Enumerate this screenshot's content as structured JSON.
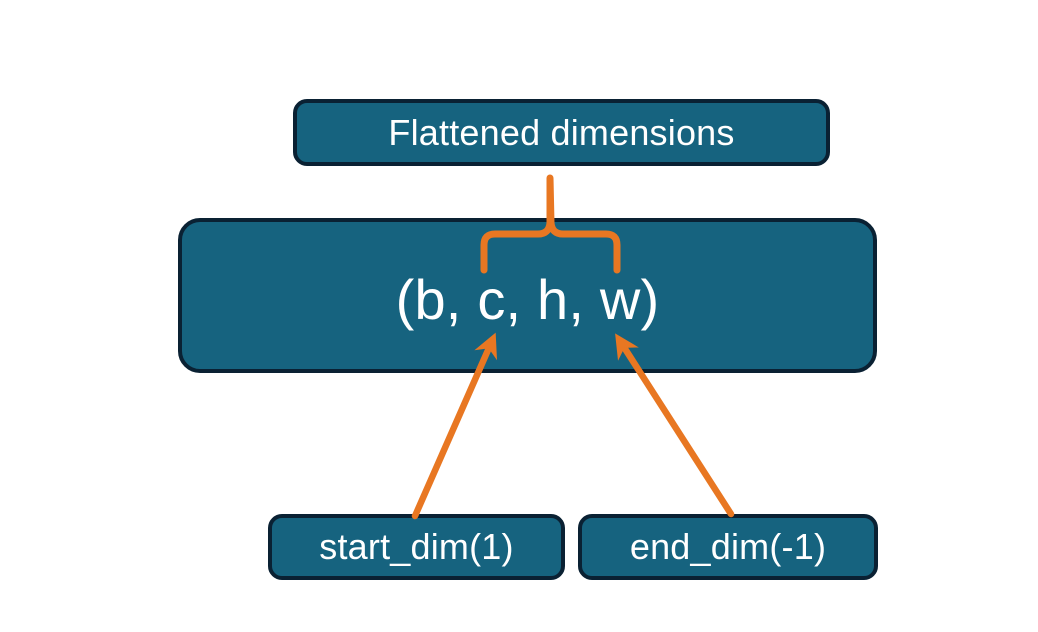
{
  "diagram": {
    "title_text": "Flattened dimensions",
    "background_color": "#FFFFFF",
    "box_fill_color": "#16637F",
    "box_border_color": "#0A2133",
    "box_text_color": "#FFFFFF",
    "accent_color": "#E87722",
    "nodes": [
      {
        "id": "flattened",
        "label": "Flattened dimensions",
        "role": "annotation-box-top"
      },
      {
        "id": "shape",
        "label": "(b, c, h, w)",
        "role": "tensor-shape-box"
      },
      {
        "id": "start_dim",
        "label": "start_dim(1)",
        "role": "argument-box-left"
      },
      {
        "id": "end_dim",
        "label": "end_dim(-1)",
        "role": "argument-box-right"
      }
    ],
    "connectors": [
      {
        "id": "brace",
        "kind": "curly-brace",
        "from": "shape-dims-c-h-w",
        "to": "flattened",
        "color": "#E87722"
      },
      {
        "id": "arrow-start-dim",
        "kind": "arrow",
        "from": "start_dim",
        "to": "shape-dim-c",
        "color": "#E87722"
      },
      {
        "id": "arrow-end-dim",
        "kind": "arrow",
        "from": "end_dim",
        "to": "shape-dim-w",
        "color": "#E87722"
      }
    ]
  }
}
